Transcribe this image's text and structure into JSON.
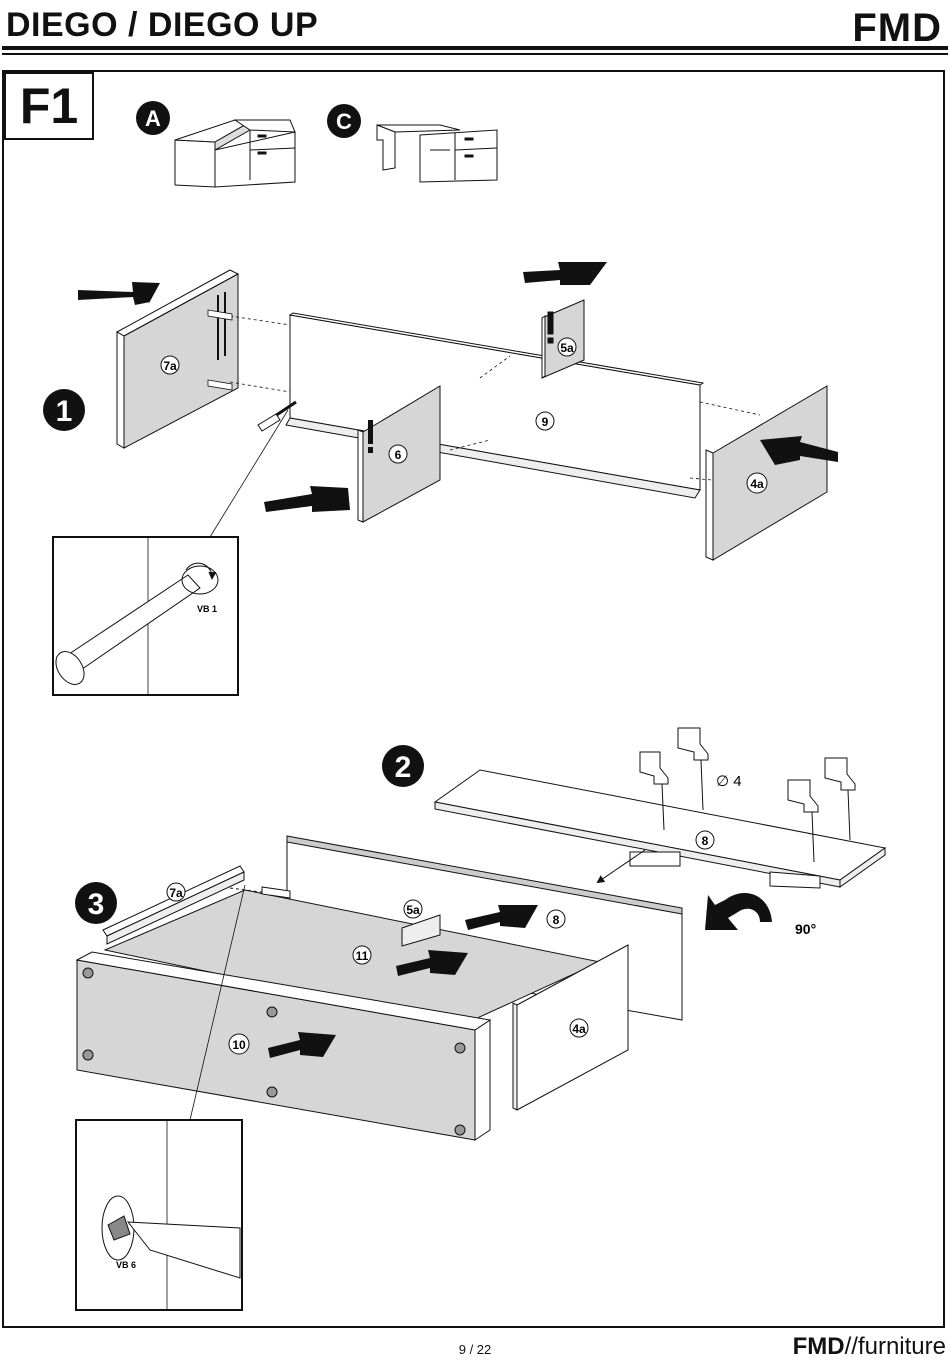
{
  "header": {
    "title": "DIEGO / DIEGO UP",
    "brand": "FMD"
  },
  "figure": {
    "label": "F1",
    "variants": [
      "A",
      "C"
    ]
  },
  "steps": [
    {
      "number": "1",
      "parts": [
        "7a",
        "5a",
        "9",
        "6",
        "4a"
      ],
      "detail_label": "VB 1"
    },
    {
      "number": "2",
      "parts": [
        "8"
      ],
      "drill_label": "∅ 4"
    },
    {
      "number": "3",
      "parts": [
        "7a",
        "5a",
        "8",
        "11",
        "10",
        "4a"
      ],
      "rotation_label": "90°",
      "detail_label": "VB 6"
    }
  ],
  "footer": {
    "page": "9 / 22",
    "brand_bold": "FMD",
    "brand_rest": "//furniture"
  }
}
